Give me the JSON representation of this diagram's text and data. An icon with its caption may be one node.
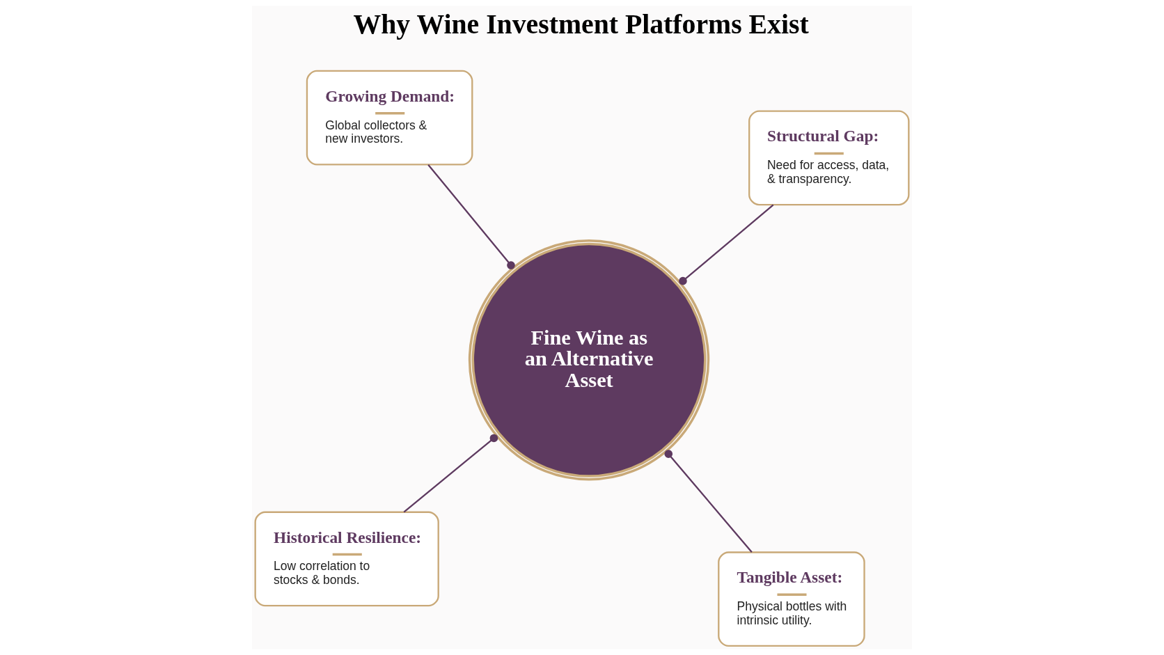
{
  "diagram": {
    "title": "Why Wine Investment Platforms Exist",
    "nodes": [
      {
        "text": [
          "Historical Resilience:",
          "Low correlation to stocks & bonds."
        ]
      },
      {
        "text": [
          "Tangible Asset:",
          "Physical bottles with intrinsic utility."
        ]
      },
      {
        "text": [
          "Fine Wine as an Alternative Asset"
        ]
      },
      {
        "text": [
          "Growing Demand:",
          "Global collectors & new investors."
        ]
      },
      {
        "text": [
          "Structural Gap:",
          "Need for access, data, & transparency."
        ]
      }
    ],
    "edges": [
      {
        "from": 2,
        "to": 0,
        "arrow": "other"
      },
      {
        "from": 2,
        "to": 1,
        "arrow": "other"
      },
      {
        "from": 2,
        "to": 3,
        "arrow": "other"
      },
      {
        "from": 2,
        "to": 4,
        "arrow": "other"
      }
    ]
  }
}
